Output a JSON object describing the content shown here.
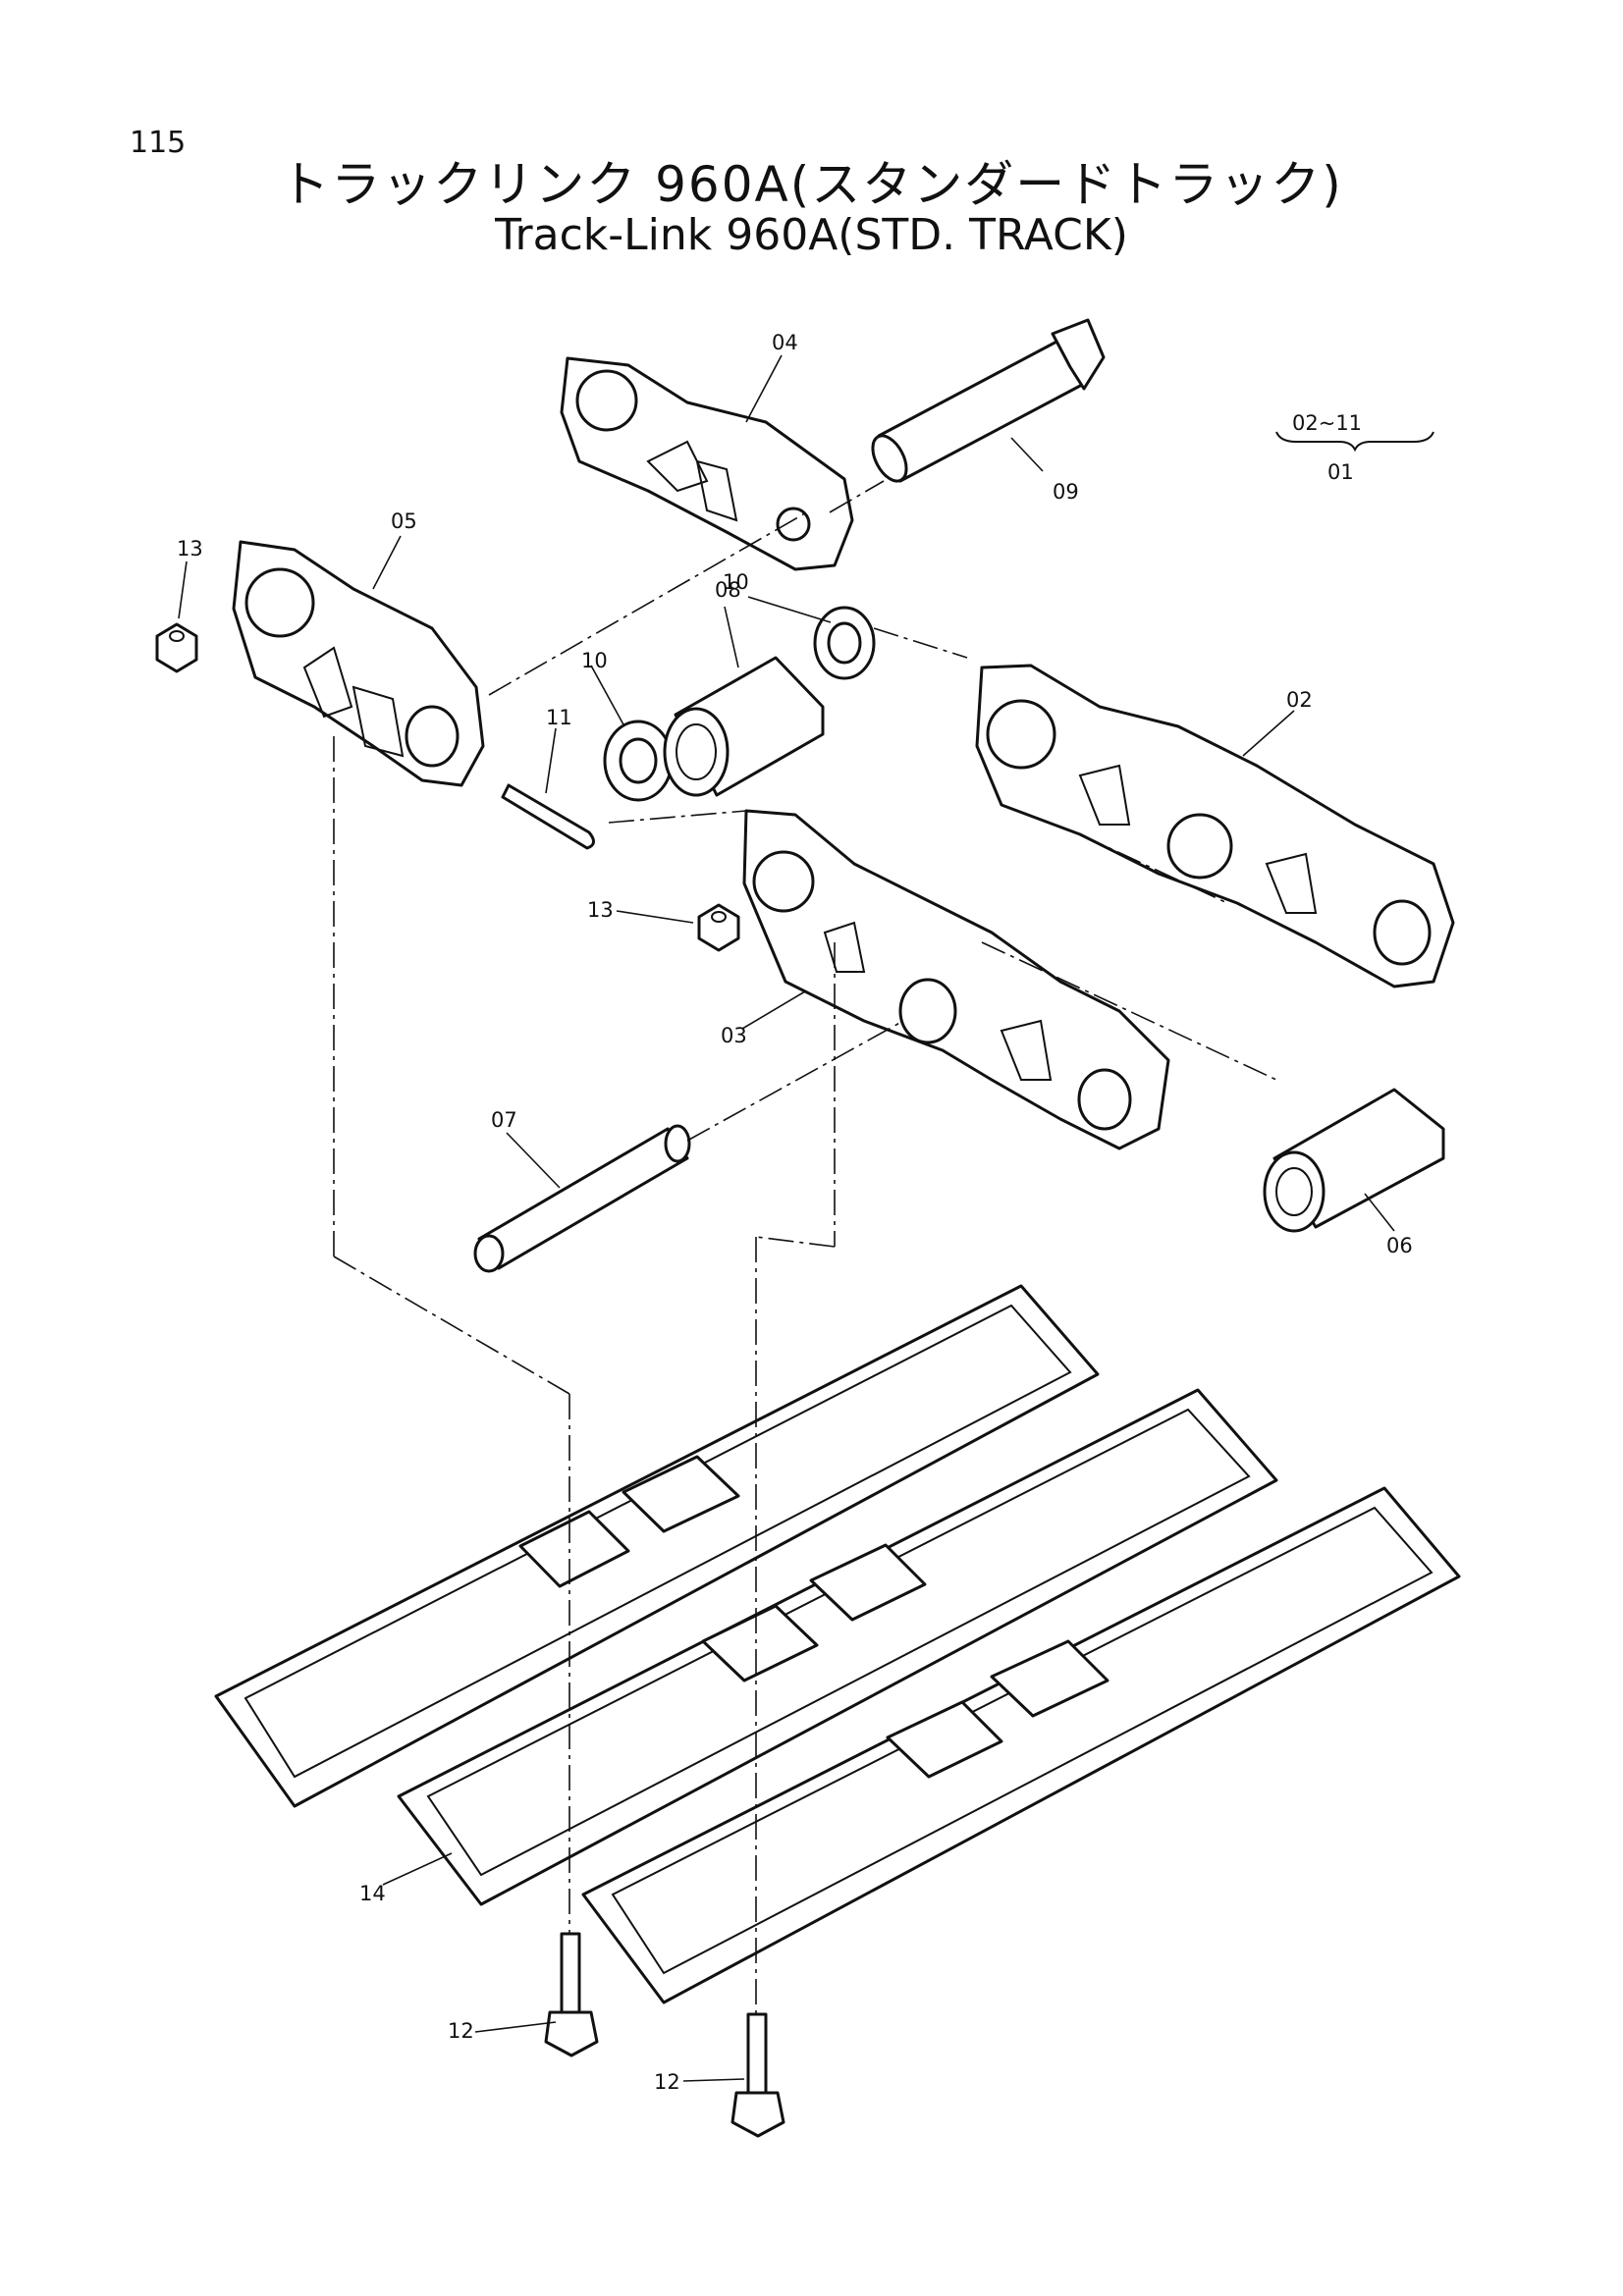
{
  "page_number": "115",
  "title_jp": "トラックリンク 960A(スタンダードトラック)",
  "title_en": "Track-Link 960A(STD. TRACK)",
  "assembly_note": {
    "top": "02~11",
    "bottom": "01"
  },
  "callouts": {
    "p02": "02",
    "p03": "03",
    "p04": "04",
    "p05": "05",
    "p06": "06",
    "p07": "07",
    "p08": "08",
    "p09": "09",
    "p10a": "10",
    "p10b": "10",
    "p11": "11",
    "p12a": "12",
    "p12b": "12",
    "p13a": "13",
    "p13b": "13",
    "p14": "14"
  }
}
